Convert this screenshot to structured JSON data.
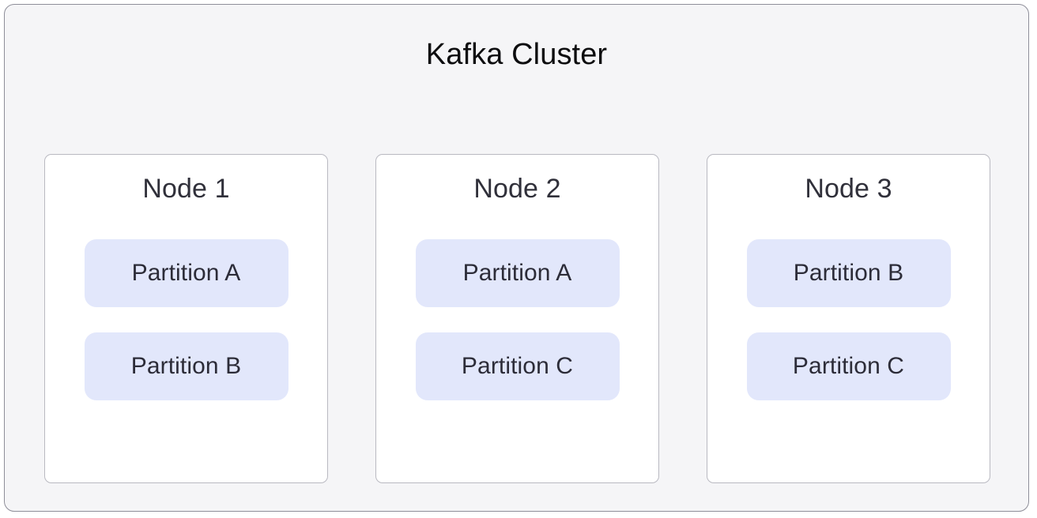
{
  "diagram": {
    "title": "Kafka Cluster",
    "colors": {
      "frame_background": "#f5f5f7",
      "frame_border": "#8e8e99",
      "node_background": "#ffffff",
      "node_border": "#b9b9c1",
      "partition_background": "#e2e7fb",
      "partition_text": "#2c2c38",
      "title_text": "#0d0d0f",
      "node_title_text": "#30303a"
    },
    "nodes": [
      {
        "label": "Node 1",
        "partitions": [
          {
            "label": "Partition A"
          },
          {
            "label": "Partition B"
          }
        ]
      },
      {
        "label": "Node 2",
        "partitions": [
          {
            "label": "Partition A"
          },
          {
            "label": "Partition C"
          }
        ]
      },
      {
        "label": "Node 3",
        "partitions": [
          {
            "label": "Partition B"
          },
          {
            "label": "Partition C"
          }
        ]
      }
    ]
  }
}
